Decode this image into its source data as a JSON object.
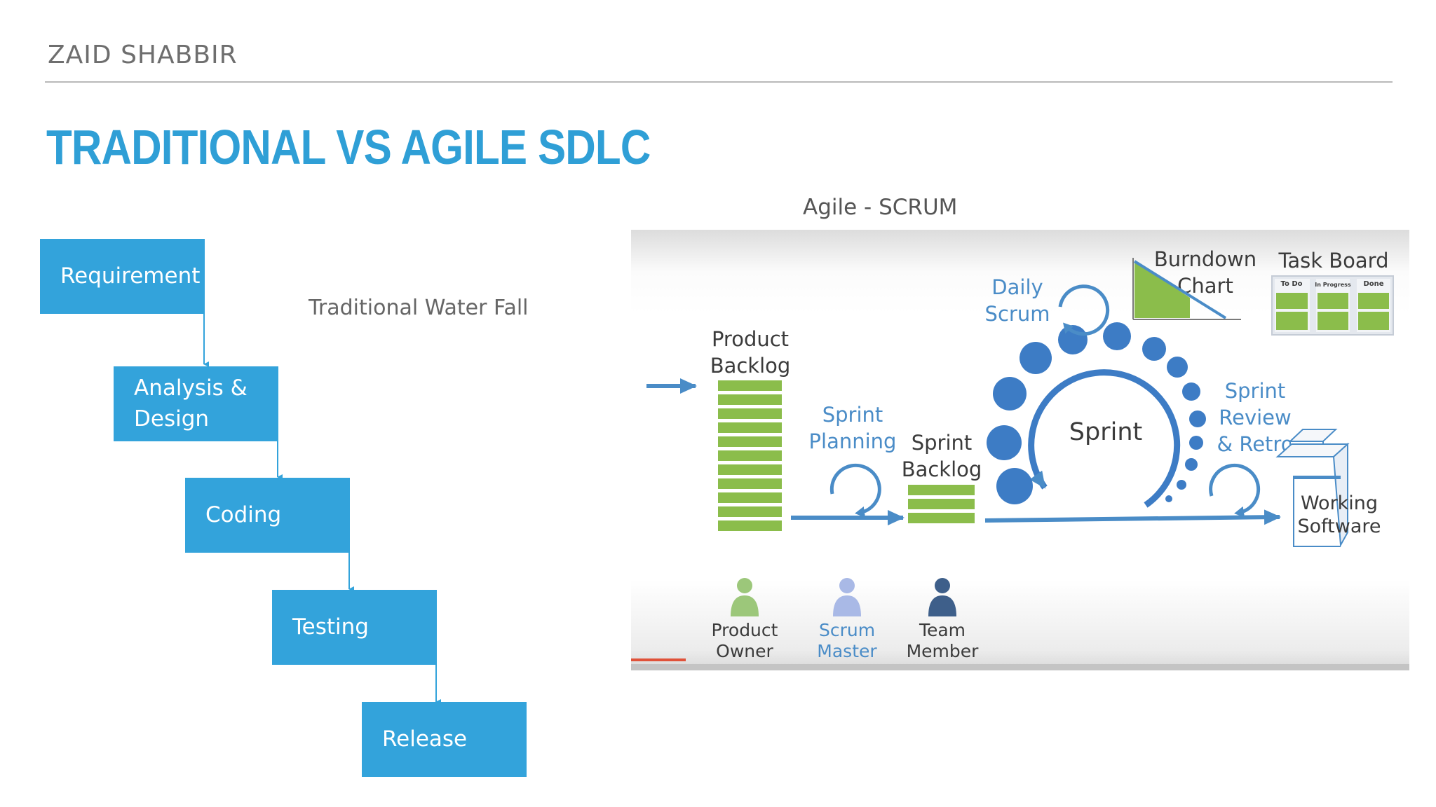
{
  "header": {
    "author": "ZAID SHABBIR",
    "title": "TRADITIONAL VS AGILE SDLC"
  },
  "waterfall": {
    "label": "Traditional Water Fall",
    "steps": [
      "Requirement",
      "Analysis & Design",
      "Coding",
      "Testing",
      "Release"
    ],
    "box_color": "#33a3db"
  },
  "scrum": {
    "label": "Agile - SCRUM",
    "product_backlog": [
      "Product",
      "Backlog"
    ],
    "sprint_planning": [
      "Sprint",
      "Planning"
    ],
    "sprint_backlog": [
      "Sprint",
      "Backlog"
    ],
    "daily_scrum": [
      "Daily",
      "Scrum"
    ],
    "sprint": "Sprint",
    "sprint_review": [
      "Sprint",
      "Review",
      "& Retro"
    ],
    "burndown": [
      "Burndown",
      "Chart"
    ],
    "task_board": {
      "title": "Task Board",
      "columns": [
        "To Do",
        "In Progress",
        "Done"
      ]
    },
    "working_software": [
      "Working",
      "Software"
    ],
    "roles": [
      {
        "name": [
          "Product",
          "Owner"
        ],
        "color": "#9cc77a"
      },
      {
        "name": [
          "Scrum",
          "Master"
        ],
        "color": "#a9b9e6"
      },
      {
        "name": [
          "Team",
          "Member"
        ],
        "color": "#3e5f8a"
      }
    ],
    "colors": {
      "backlog_green": "#8bbd4b",
      "arrow_blue": "#4a8cc7",
      "circle_blue": "#3d7cc5",
      "label_dark": "#3b3b3b"
    }
  }
}
